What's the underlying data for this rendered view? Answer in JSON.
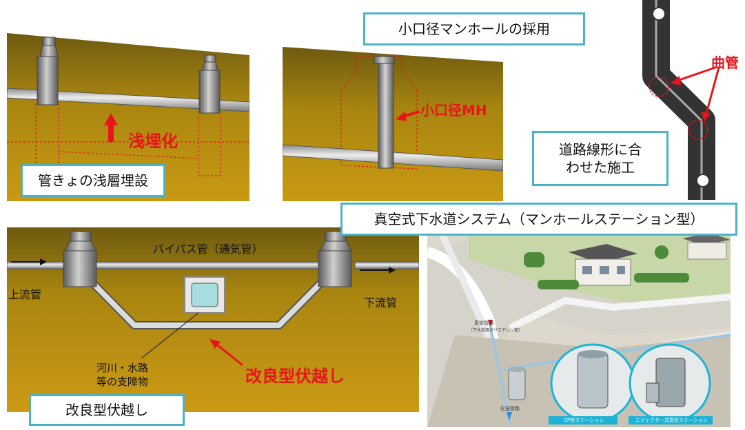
{
  "panels": {
    "shallow": {
      "caption": "管きょの浅層埋設",
      "label": "浅埋化"
    },
    "small_mh": {
      "caption": "小口径マンホールの採用",
      "label": "小口径MH"
    },
    "curve": {
      "caption_line1": "道路線形に合",
      "caption_line2": "わせた施工",
      "label": "曲管"
    },
    "siphon": {
      "caption": "改良型伏越し",
      "bypass_label": "バイパス管（通気管）",
      "upstream_label": "上流管",
      "downstream_label": "下流管",
      "obstacle_line1": "河川・水路",
      "obstacle_line2": "等の支障物",
      "label": "改良型伏越し"
    },
    "vacuum": {
      "caption": "真空式下水道システム（マンホールステーション型）",
      "pipe_label_line1": "真空管路",
      "pipe_label_line2": "（下水道用ポリエチレン管）",
      "pressure_label": "圧送管路",
      "station1_label": "CP型ステーション",
      "station2_label": "エジェクター式真空ステーション"
    }
  }
}
